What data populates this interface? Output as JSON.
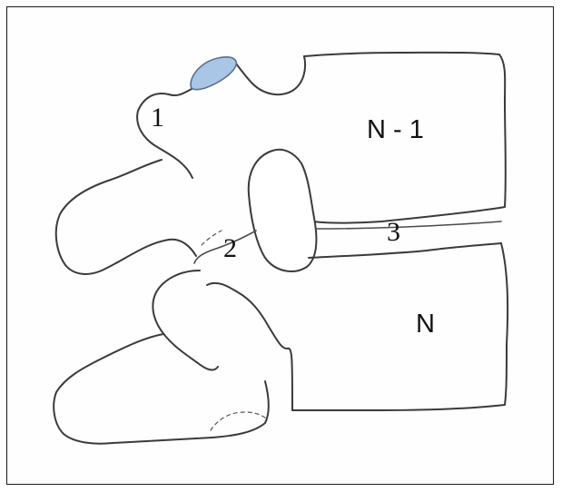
{
  "labels": {
    "upper_vertebra": "N - 1",
    "lower_vertebra": "N",
    "marker_1": "1",
    "marker_2": "2",
    "marker_3": "3"
  },
  "colors": {
    "highlight": "#a9c6e6",
    "outline": "#3a3a3a",
    "border": "#1a1a1a"
  }
}
